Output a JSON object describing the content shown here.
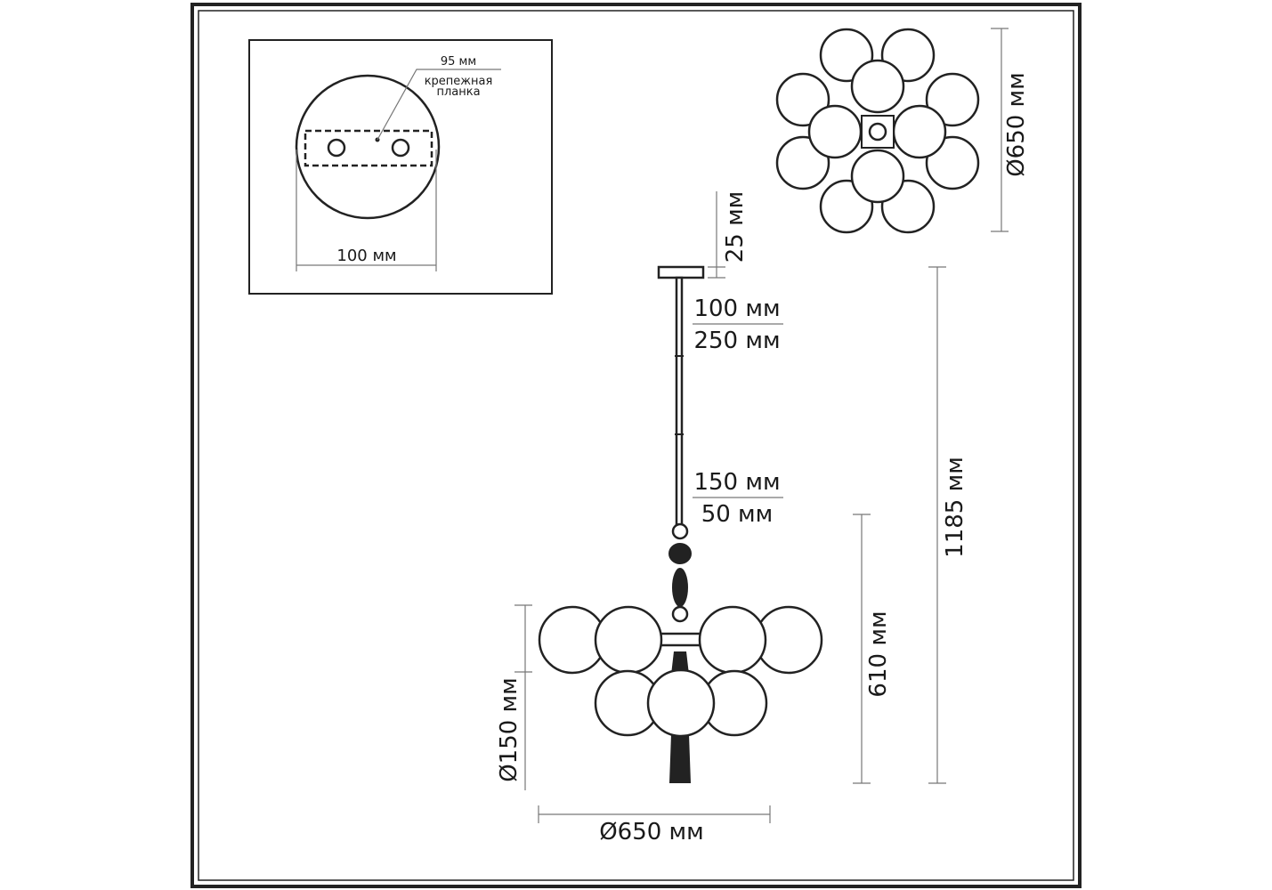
{
  "inset": {
    "plate_width_label": "95 мм",
    "plate_name_line1": "крепежная",
    "plate_name_line2": "планка",
    "canopy_diameter_label": "100 мм"
  },
  "top_view": {
    "diameter_label": "Ø650 мм",
    "globe_count": 12
  },
  "side_view": {
    "canopy_height_label": "25 мм",
    "rod_upper_label_1": "100 мм",
    "rod_upper_label_2": "250 мм",
    "rod_lower_label_1": "150 мм",
    "rod_lower_label_2": "50 мм",
    "globe_diameter_label": "Ø150 мм",
    "body_diameter_label": "Ø650 мм",
    "body_height_label": "610 мм",
    "total_height_label": "1185 мм",
    "globe_count": 7
  }
}
